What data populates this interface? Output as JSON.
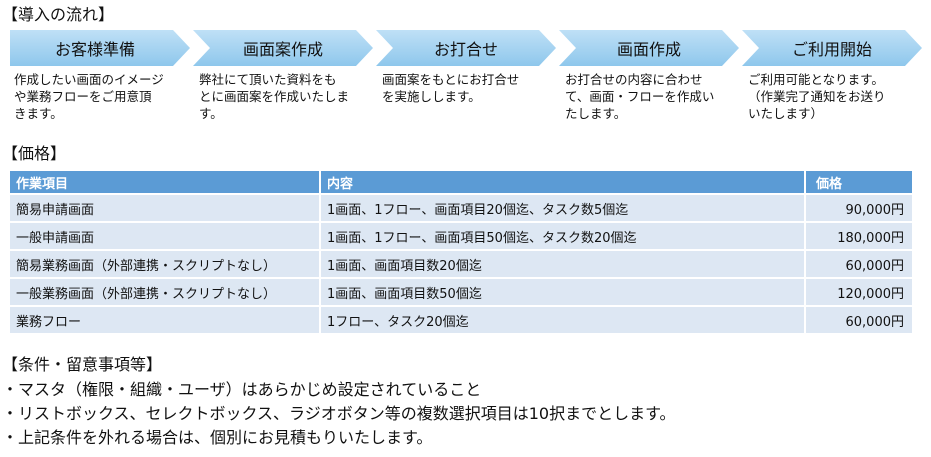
{
  "flow": {
    "heading": "【導入の流れ】",
    "steps": [
      {
        "label": "お客様準備",
        "desc": [
          "作成したい画面のイメージ",
          "や業務フローをご用意頂",
          "きます。"
        ]
      },
      {
        "label": "画面案作成",
        "desc": [
          "弊社にて頂いた資料をも",
          "とに画面案を作成いたしま",
          "す。"
        ]
      },
      {
        "label": "お打合せ",
        "desc": [
          "画面案をもとにお打合せ",
          "を実施しします。"
        ]
      },
      {
        "label": "画面作成",
        "desc": [
          "お打合せの内容に合わせ",
          "て、画面・フローを作成い",
          "たします。"
        ]
      },
      {
        "label": "ご利用開始",
        "desc": [
          "ご利用可能となります。",
          "（作業完了通知をお送り",
          "いたします）"
        ]
      }
    ]
  },
  "price": {
    "heading": "【価格】",
    "columns": [
      "作業項目",
      "内容",
      "価格"
    ],
    "rows": [
      [
        "簡易申請画面",
        "1画面、1フロー、画面項目20個迄、タスク数5個迄",
        "90,000円"
      ],
      [
        "一般申請画面",
        "1画面、1フロー、画面項目50個迄、タスク数20個迄",
        "180,000円"
      ],
      [
        "簡易業務画面（外部連携・スクリプトなし）",
        "1画面、画面項目数20個迄",
        "60,000円"
      ],
      [
        "一般業務画面（外部連携・スクリプトなし）",
        "1画面、画面項目数50個迄",
        "120,000円"
      ],
      [
        "業務フロー",
        "1フロー、タスク20個迄",
        "60,000円"
      ]
    ]
  },
  "conditions": {
    "heading": "【条件・留意事項等】",
    "items": [
      "・マスタ（権限・組織・ユーザ）はあらかじめ設定されていること",
      "・リストボックス、セレクトボックス、ラジオボタン等の複数選択項目は10択までとします。",
      "・上記条件を外れる場合は、個別にお見積もりいたします。"
    ]
  }
}
